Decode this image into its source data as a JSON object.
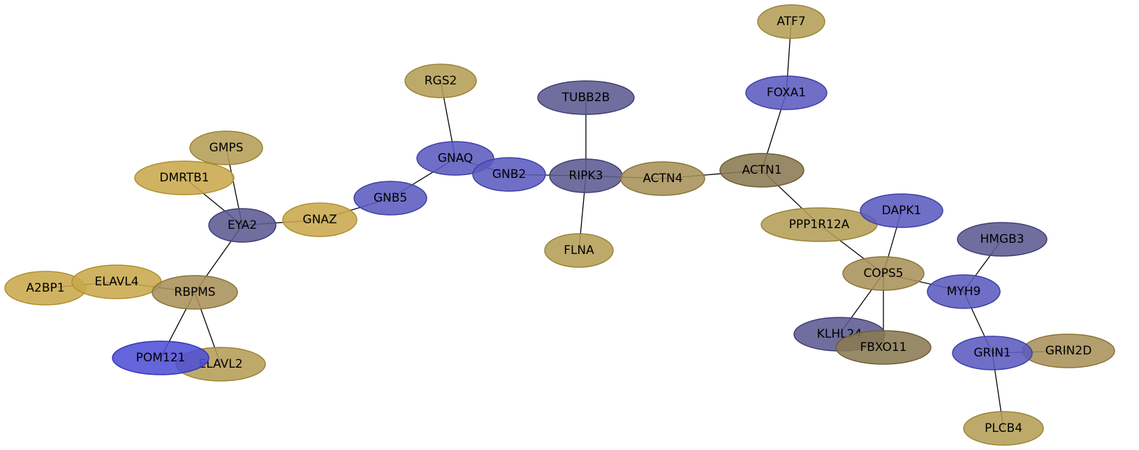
{
  "palette": {
    "gold": {
      "fill": "#c9a94c",
      "stroke": "#b08f2a"
    },
    "khaki": {
      "fill": "#b49e57",
      "stroke": "#9a8436"
    },
    "olive": {
      "fill": "#a8915a",
      "stroke": "#8a7436"
    },
    "dark_olive": {
      "fill": "#8a7a52",
      "stroke": "#6e5e36"
    },
    "blue": {
      "fill": "#5b5bbf",
      "stroke": "#3f3fa6"
    },
    "slate": {
      "fill": "#5b5a91",
      "stroke": "#3f3e76"
    },
    "bright_blue": {
      "fill": "#4f4fd6",
      "stroke": "#3535bb"
    }
  },
  "nodes": [
    {
      "id": "ATF7",
      "label": "ATF7",
      "color": "khaki"
    },
    {
      "id": "FOXA1",
      "label": "FOXA1",
      "color": "blue"
    },
    {
      "id": "RGS2",
      "label": "RGS2",
      "color": "khaki"
    },
    {
      "id": "TUBB2B",
      "label": "TUBB2B",
      "color": "slate"
    },
    {
      "id": "GMPS",
      "label": "GMPS",
      "color": "khaki"
    },
    {
      "id": "DMRTB1",
      "label": "DMRTB1",
      "color": "gold"
    },
    {
      "id": "GNAQ",
      "label": "GNAQ",
      "color": "blue"
    },
    {
      "id": "GNB2",
      "label": "GNB2",
      "color": "blue"
    },
    {
      "id": "RIPK3",
      "label": "RIPK3",
      "color": "slate"
    },
    {
      "id": "ACTN4",
      "label": "ACTN4",
      "color": "olive"
    },
    {
      "id": "ACTN1",
      "label": "ACTN1",
      "color": "dark_olive"
    },
    {
      "id": "GNB5",
      "label": "GNB5",
      "color": "blue"
    },
    {
      "id": "GNAZ",
      "label": "GNAZ",
      "color": "gold"
    },
    {
      "id": "EYA2",
      "label": "EYA2",
      "color": "slate"
    },
    {
      "id": "PPP1R12A",
      "label": "PPP1R12A",
      "color": "khaki"
    },
    {
      "id": "DAPK1",
      "label": "DAPK1",
      "color": "blue"
    },
    {
      "id": "HMGB3",
      "label": "HMGB3",
      "color": "slate"
    },
    {
      "id": "FLNA",
      "label": "FLNA",
      "color": "khaki"
    },
    {
      "id": "COPS5",
      "label": "COPS5",
      "color": "olive"
    },
    {
      "id": "A2BP1",
      "label": "A2BP1",
      "color": "gold"
    },
    {
      "id": "ELAVL4",
      "label": "ELAVL4",
      "color": "gold"
    },
    {
      "id": "RBPMS",
      "label": "RBPMS",
      "color": "olive"
    },
    {
      "id": "MYH9",
      "label": "MYH9",
      "color": "blue"
    },
    {
      "id": "KLHL24",
      "label": "KLHL24",
      "color": "slate"
    },
    {
      "id": "FBXO11",
      "label": "FBXO11",
      "color": "dark_olive"
    },
    {
      "id": "GRIN1",
      "label": "GRIN1",
      "color": "blue"
    },
    {
      "id": "GRIN2D",
      "label": "GRIN2D",
      "color": "olive"
    },
    {
      "id": "ELAVL2",
      "label": "ELAVL2",
      "color": "khaki"
    },
    {
      "id": "POM121",
      "label": "POM121",
      "color": "bright_blue"
    },
    {
      "id": "PLCB4",
      "label": "PLCB4",
      "color": "khaki"
    }
  ],
  "edges": [
    [
      "ATF7",
      "FOXA1"
    ],
    [
      "FOXA1",
      "ACTN1"
    ],
    [
      "RGS2",
      "GNAQ"
    ],
    [
      "TUBB2B",
      "RIPK3"
    ],
    [
      "GMPS",
      "EYA2"
    ],
    [
      "DMRTB1",
      "EYA2"
    ],
    [
      "GNAQ",
      "GNB5"
    ],
    [
      "GNAQ",
      "GNB2"
    ],
    [
      "GNB2",
      "RIPK3"
    ],
    [
      "RIPK3",
      "ACTN4"
    ],
    [
      "RIPK3",
      "FLNA"
    ],
    [
      "ACTN4",
      "ACTN1"
    ],
    [
      "ACTN1",
      "PPP1R12A"
    ],
    [
      "GNB5",
      "GNAZ"
    ],
    [
      "GNAZ",
      "EYA2"
    ],
    [
      "EYA2",
      "RBPMS"
    ],
    [
      "PPP1R12A",
      "COPS5"
    ],
    [
      "DAPK1",
      "COPS5"
    ],
    [
      "COPS5",
      "MYH9"
    ],
    [
      "COPS5",
      "KLHL24"
    ],
    [
      "COPS5",
      "FBXO11"
    ],
    [
      "HMGB3",
      "MYH9"
    ],
    [
      "MYH9",
      "GRIN1"
    ],
    [
      "GRIN1",
      "GRIN2D"
    ],
    [
      "GRIN1",
      "PLCB4"
    ],
    [
      "A2BP1",
      "ELAVL4"
    ],
    [
      "ELAVL4",
      "RBPMS"
    ],
    [
      "RBPMS",
      "POM121"
    ],
    [
      "RBPMS",
      "ELAVL2"
    ]
  ]
}
